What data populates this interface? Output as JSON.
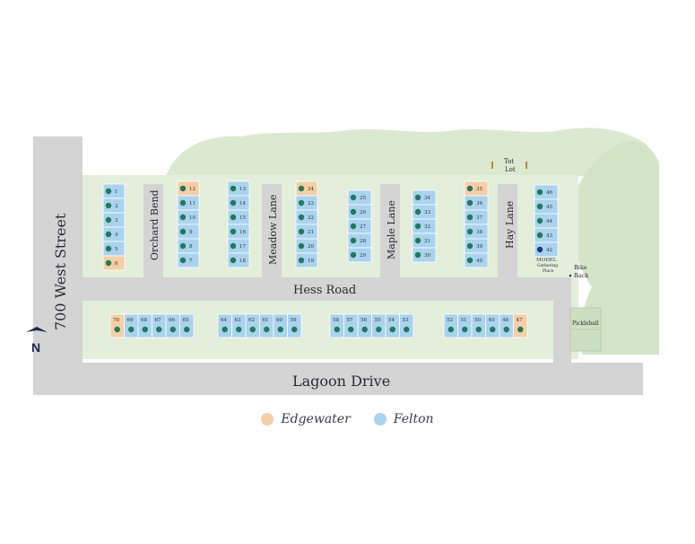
{
  "roads": {
    "west_street": "700 West Street",
    "lagoon_drive": "Lagoon Drive",
    "hess_road": "Hess Road",
    "orchard_bend": "Orchard Bend",
    "meadow_lane": "Meadow Lane",
    "maple_lane": "Maple Lane",
    "hay_lane": "Hay Lane"
  },
  "amenities": {
    "tot_lot_line1": "Tot",
    "tot_lot_line2": "Lot",
    "bike_rack_line1": "Bike",
    "bike_rack_line2": "Rack",
    "pickleball": "Pickleball",
    "model": "MODEL",
    "gathering_line1": "Gathering",
    "gathering_line2": "Place"
  },
  "compass": {
    "label": "N"
  },
  "legend": [
    {
      "label": "Edgewater",
      "color": "#f5cfa4"
    },
    {
      "label": "Felton",
      "color": "#a9d3ee"
    }
  ],
  "colors": {
    "edgewater": "#f5cfa4",
    "felton": "#a9d3ee",
    "marker": "#1f7a5c",
    "model_marker": "#1e3a8a",
    "road": "#d4d4d4",
    "green": "#d9e8cf"
  },
  "buildings": [
    {
      "name": "building-a",
      "units": [
        {
          "num": "1",
          "plan": "felton"
        },
        {
          "num": "2",
          "plan": "felton"
        },
        {
          "num": "3",
          "plan": "felton"
        },
        {
          "num": "4",
          "plan": "felton"
        },
        {
          "num": "5",
          "plan": "felton"
        },
        {
          "num": "6",
          "plan": "edgewater"
        }
      ]
    },
    {
      "name": "building-b",
      "units": [
        {
          "num": "12",
          "plan": "edgewater"
        },
        {
          "num": "11",
          "plan": "felton"
        },
        {
          "num": "10",
          "plan": "felton"
        },
        {
          "num": "9",
          "plan": "felton"
        },
        {
          "num": "8",
          "plan": "felton"
        },
        {
          "num": "7",
          "plan": "felton"
        }
      ]
    },
    {
      "name": "building-c",
      "units": [
        {
          "num": "13",
          "plan": "felton"
        },
        {
          "num": "14",
          "plan": "felton"
        },
        {
          "num": "15",
          "plan": "felton"
        },
        {
          "num": "16",
          "plan": "felton"
        },
        {
          "num": "17",
          "plan": "felton"
        },
        {
          "num": "18",
          "plan": "felton"
        }
      ]
    },
    {
      "name": "building-d",
      "units": [
        {
          "num": "24",
          "plan": "edgewater"
        },
        {
          "num": "23",
          "plan": "felton"
        },
        {
          "num": "22",
          "plan": "felton"
        },
        {
          "num": "21",
          "plan": "felton"
        },
        {
          "num": "20",
          "plan": "felton"
        },
        {
          "num": "19",
          "plan": "felton"
        }
      ]
    },
    {
      "name": "building-e",
      "units": [
        {
          "num": "25",
          "plan": "felton"
        },
        {
          "num": "26",
          "plan": "felton"
        },
        {
          "num": "27",
          "plan": "felton"
        },
        {
          "num": "28",
          "plan": "felton"
        },
        {
          "num": "29",
          "plan": "felton"
        }
      ]
    },
    {
      "name": "building-f",
      "units": [
        {
          "num": "34",
          "plan": "felton"
        },
        {
          "num": "33",
          "plan": "felton"
        },
        {
          "num": "32",
          "plan": "felton"
        },
        {
          "num": "31",
          "plan": "felton"
        },
        {
          "num": "30",
          "plan": "felton"
        }
      ]
    },
    {
      "name": "building-g",
      "units": [
        {
          "num": "35",
          "plan": "edgewater"
        },
        {
          "num": "36",
          "plan": "felton"
        },
        {
          "num": "37",
          "plan": "felton"
        },
        {
          "num": "38",
          "plan": "felton"
        },
        {
          "num": "39",
          "plan": "felton"
        },
        {
          "num": "40",
          "plan": "felton"
        }
      ]
    },
    {
      "name": "building-h",
      "units": [
        {
          "num": "46",
          "plan": "felton"
        },
        {
          "num": "45",
          "plan": "felton"
        },
        {
          "num": "44",
          "plan": "felton"
        },
        {
          "num": "43",
          "plan": "felton"
        },
        {
          "num": "42",
          "plan": "felton"
        }
      ]
    },
    {
      "name": "building-i",
      "units": [
        {
          "num": "70",
          "plan": "edgewater"
        },
        {
          "num": "69",
          "plan": "felton"
        },
        {
          "num": "68",
          "plan": "felton"
        },
        {
          "num": "67",
          "plan": "felton"
        },
        {
          "num": "66",
          "plan": "felton"
        },
        {
          "num": "65",
          "plan": "felton"
        }
      ]
    },
    {
      "name": "building-j",
      "units": [
        {
          "num": "64",
          "plan": "felton"
        },
        {
          "num": "63",
          "plan": "felton"
        },
        {
          "num": "62",
          "plan": "felton"
        },
        {
          "num": "61",
          "plan": "felton"
        },
        {
          "num": "60",
          "plan": "felton"
        },
        {
          "num": "59",
          "plan": "felton"
        }
      ]
    },
    {
      "name": "building-k",
      "units": [
        {
          "num": "58",
          "plan": "felton"
        },
        {
          "num": "57",
          "plan": "felton"
        },
        {
          "num": "56",
          "plan": "felton"
        },
        {
          "num": "55",
          "plan": "felton"
        },
        {
          "num": "54",
          "plan": "felton"
        },
        {
          "num": "53",
          "plan": "felton"
        }
      ]
    },
    {
      "name": "building-l",
      "units": [
        {
          "num": "52",
          "plan": "felton"
        },
        {
          "num": "51",
          "plan": "felton"
        },
        {
          "num": "50",
          "plan": "felton"
        },
        {
          "num": "49",
          "plan": "felton"
        },
        {
          "num": "48",
          "plan": "felton"
        },
        {
          "num": "47",
          "plan": "edgewater"
        }
      ]
    }
  ]
}
